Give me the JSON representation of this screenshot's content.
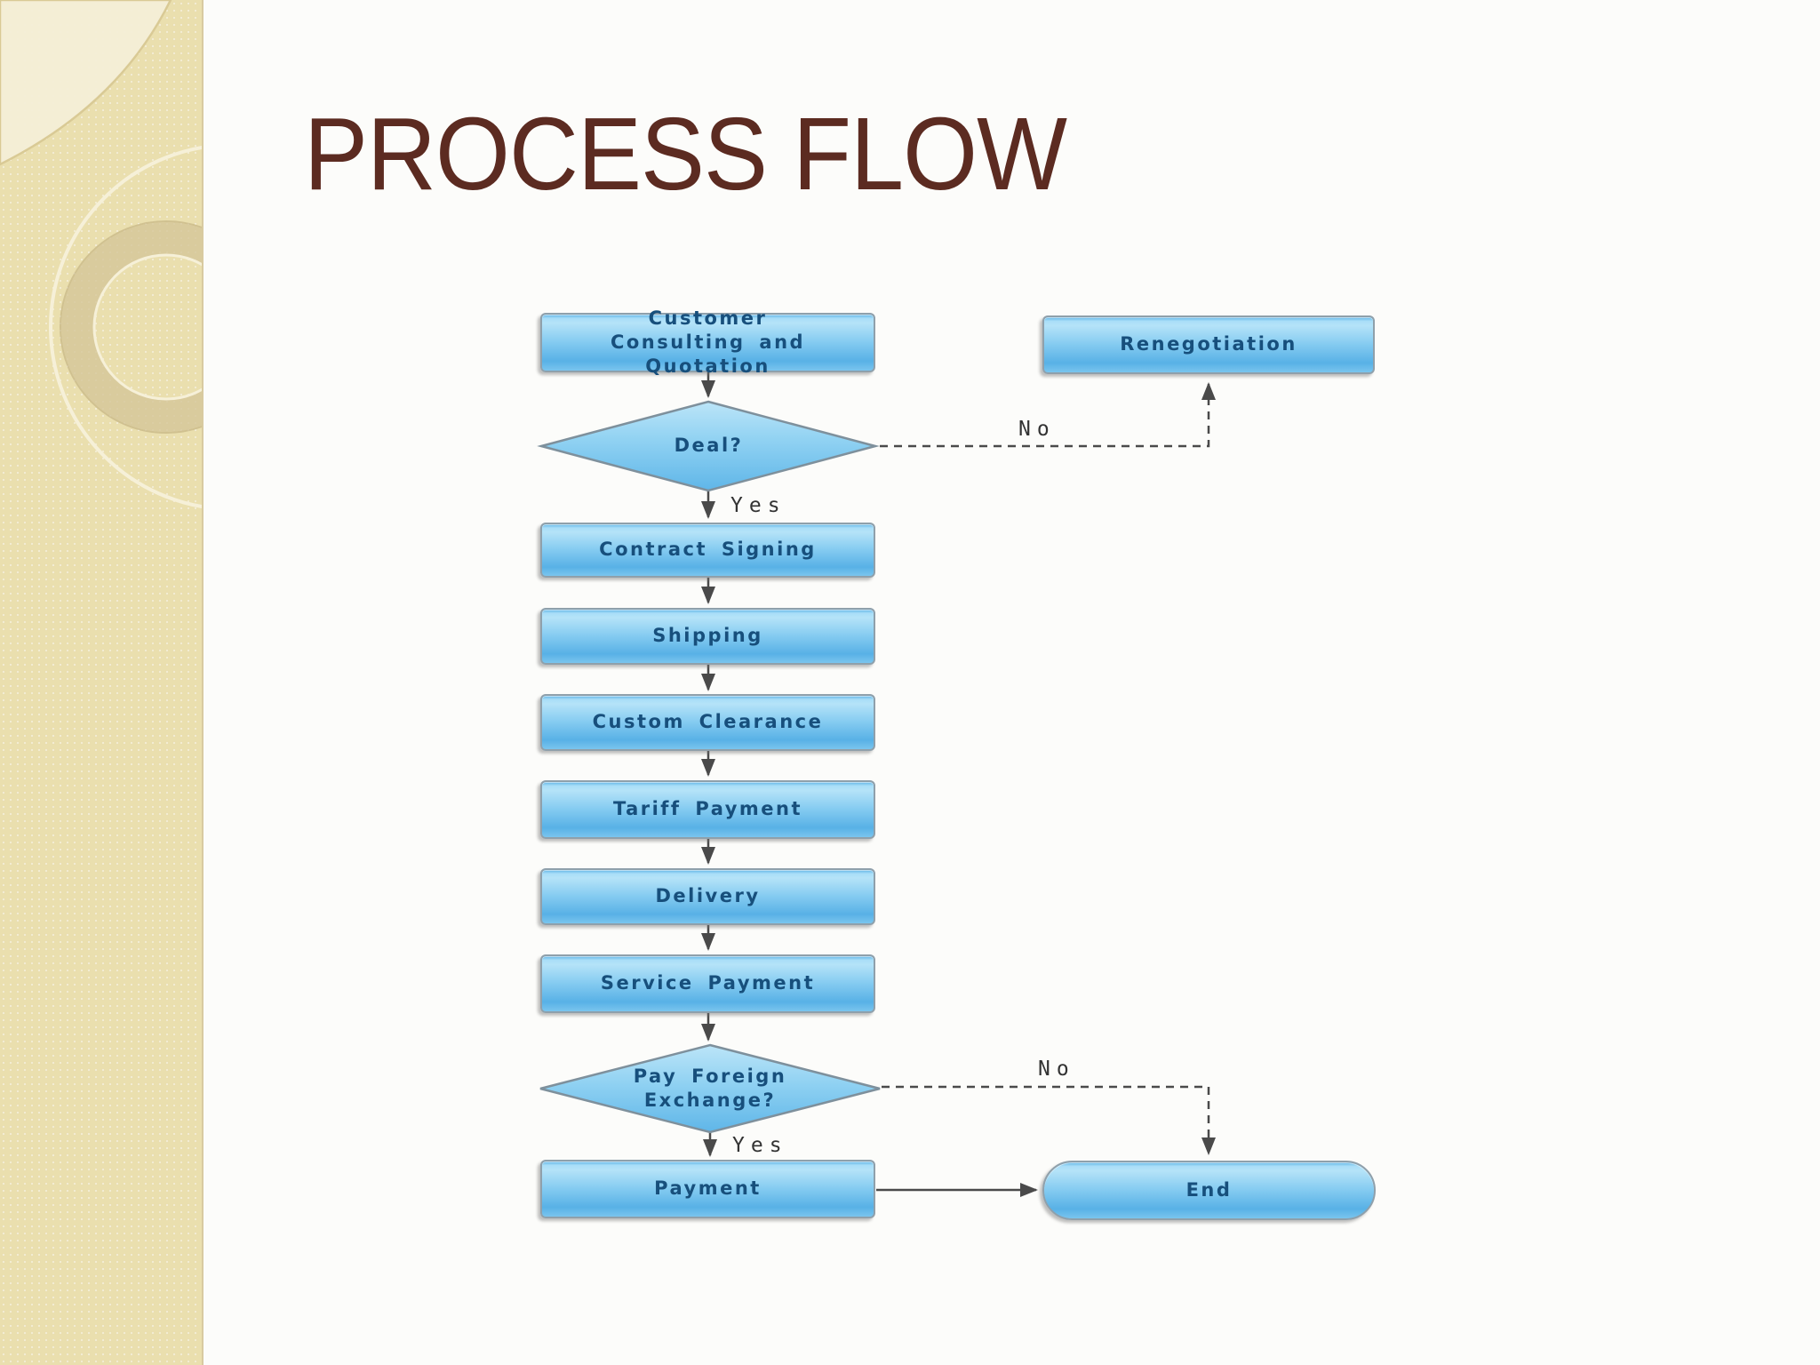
{
  "slide": {
    "title": "PROCESS FLOW"
  },
  "flowchart": {
    "nodes": {
      "customer_consulting": {
        "label": "Customer Consulting and Quotation",
        "type": "process"
      },
      "renegotiation": {
        "label": "Renegotiation",
        "type": "process"
      },
      "deal": {
        "label": "Deal?",
        "type": "decision"
      },
      "contract_signing": {
        "label": "Contract Signing",
        "type": "process"
      },
      "shipping": {
        "label": "Shipping",
        "type": "process"
      },
      "custom_clearance": {
        "label": "Custom Clearance",
        "type": "process"
      },
      "tariff_payment": {
        "label": "Tariff Payment",
        "type": "process"
      },
      "delivery": {
        "label": "Delivery",
        "type": "process"
      },
      "service_payment": {
        "label": "Service Payment",
        "type": "process"
      },
      "pay_foreign_exchange": {
        "label": "Pay Foreign Exchange?",
        "type": "decision"
      },
      "payment": {
        "label": "Payment",
        "type": "process"
      },
      "end": {
        "label": "End",
        "type": "terminator"
      }
    },
    "edge_labels": {
      "deal_yes": "Yes",
      "deal_no": "No",
      "payfx_yes": "Yes",
      "payfx_no": "No"
    },
    "edges": [
      {
        "from": "customer_consulting",
        "to": "deal",
        "style": "solid"
      },
      {
        "from": "deal",
        "to": "contract_signing",
        "label": "Yes",
        "style": "solid"
      },
      {
        "from": "deal",
        "to": "renegotiation",
        "label": "No",
        "style": "dashed"
      },
      {
        "from": "contract_signing",
        "to": "shipping",
        "style": "solid"
      },
      {
        "from": "shipping",
        "to": "custom_clearance",
        "style": "solid"
      },
      {
        "from": "custom_clearance",
        "to": "tariff_payment",
        "style": "solid"
      },
      {
        "from": "tariff_payment",
        "to": "delivery",
        "style": "solid"
      },
      {
        "from": "delivery",
        "to": "service_payment",
        "style": "solid"
      },
      {
        "from": "service_payment",
        "to": "pay_foreign_exchange",
        "style": "solid"
      },
      {
        "from": "pay_foreign_exchange",
        "to": "payment",
        "label": "Yes",
        "style": "solid"
      },
      {
        "from": "pay_foreign_exchange",
        "to": "end",
        "label": "No",
        "style": "dashed"
      },
      {
        "from": "payment",
        "to": "end",
        "style": "solid"
      }
    ],
    "colors": {
      "node_fill_top": "#b5e3f8",
      "node_fill_bottom": "#58b1e6",
      "node_border": "#8fa0ab",
      "node_text": "#174f7c",
      "arrow": "#4a4a4a",
      "title_text": "#5c2b21",
      "sidebar_bg": "#eadfae",
      "slide_bg": "#fcfcfa"
    }
  }
}
